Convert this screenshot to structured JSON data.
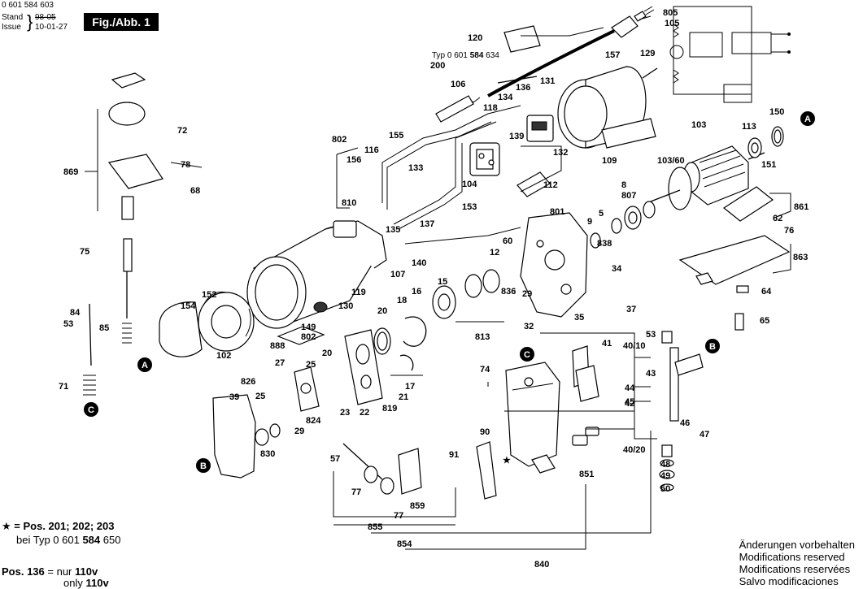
{
  "header": {
    "doc_number": "0 601 584 603",
    "stand_label": "Stand",
    "stand_old_date": "98-05",
    "issue_label": "Issue",
    "issue_date": "10-01-27",
    "figure_label": "Fig./Abb. 1"
  },
  "typ_note": {
    "prefix": "Typ 0 601",
    "bold": "584",
    "suffix": "634"
  },
  "part_labels": [
    "805",
    "105",
    "120",
    "200",
    "106",
    "131",
    "136",
    "134",
    "118",
    "157",
    "129",
    "139",
    "132",
    "109",
    "103",
    "113",
    "150",
    "103/60",
    "151",
    "802",
    "116",
    "155",
    "156",
    "133",
    "112",
    "104",
    "8",
    "807",
    "5",
    "861",
    "869",
    "72",
    "78",
    "68",
    "810",
    "153",
    "137",
    "801",
    "62",
    "76",
    "135",
    "9",
    "838",
    "60",
    "12",
    "140",
    "75",
    "107",
    "15",
    "34",
    "863",
    "152",
    "119",
    "130",
    "16",
    "18",
    "836",
    "29",
    "154",
    "20",
    "149",
    "802",
    "813",
    "35",
    "37",
    "53",
    "32",
    "64",
    "65",
    "85",
    "888",
    "102",
    "27",
    "25",
    "20",
    "21",
    "17",
    "23",
    "22",
    "819",
    "74",
    "41",
    "53",
    "40/10",
    "43",
    "44",
    "42",
    "45",
    "46",
    "47",
    "826",
    "39",
    "25",
    "824",
    "29",
    "830",
    "90",
    "40/20",
    "91",
    "48",
    "49",
    "50",
    "851",
    "57",
    "77",
    "77",
    "859",
    "855",
    "854",
    "840",
    "71",
    "84"
  ],
  "markers": [
    "A",
    "A",
    "B",
    "B",
    "C",
    "C"
  ],
  "notes": {
    "star_line1_prefix": "= Pos. 201; 202; 203",
    "star_line2_prefix": "bei Typ 0 601",
    "star_line2_bold": "584",
    "star_line2_suffix": "650",
    "pos136_prefix": "Pos. 136",
    "pos136_v1": "= nur",
    "pos136_b1": "110v",
    "pos136_v2": "only",
    "pos136_b2": "110v"
  },
  "modifications": [
    "Änderungen vorbehalten",
    "Modifications reserved",
    "Modifications reservées",
    "Salvo modificaciones"
  ]
}
